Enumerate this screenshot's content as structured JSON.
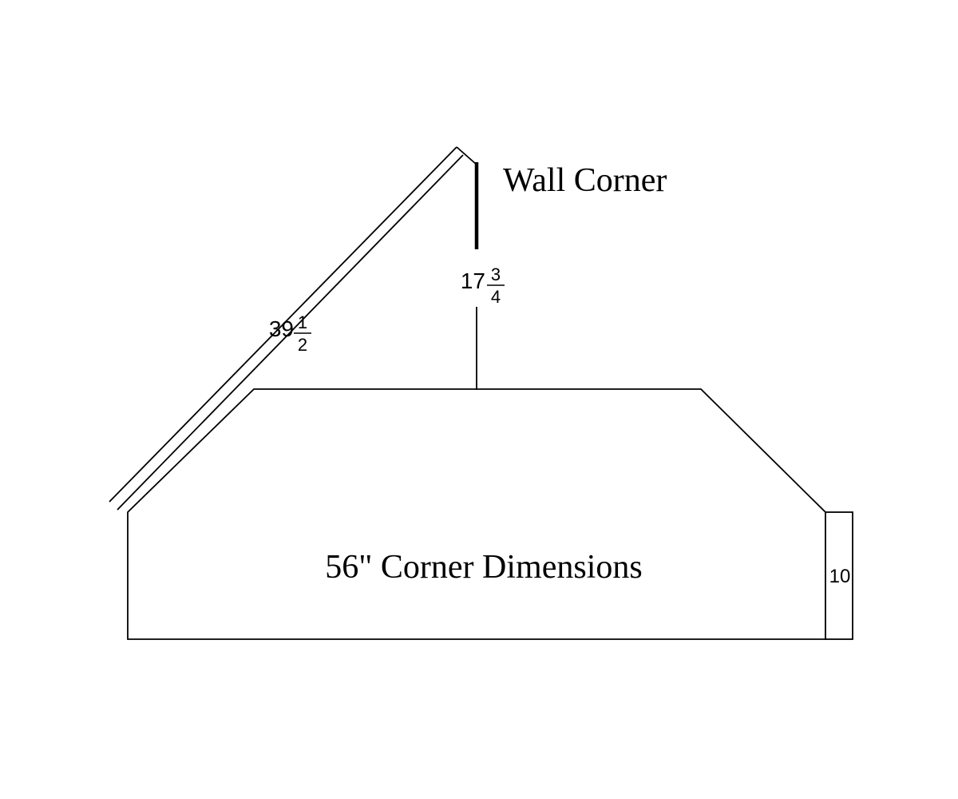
{
  "diagram": {
    "title": "Wall Corner",
    "shape_label": "56\" Corner Dimensions",
    "dimensions": {
      "wall_length": {
        "whole": "39",
        "numerator": "1",
        "denominator": "2"
      },
      "corner_offset": {
        "whole": "17",
        "numerator": "3",
        "denominator": "4"
      },
      "end_width": "10"
    }
  },
  "colors": {
    "background": "#ffffff",
    "line": "#000000",
    "text": "#000000"
  }
}
